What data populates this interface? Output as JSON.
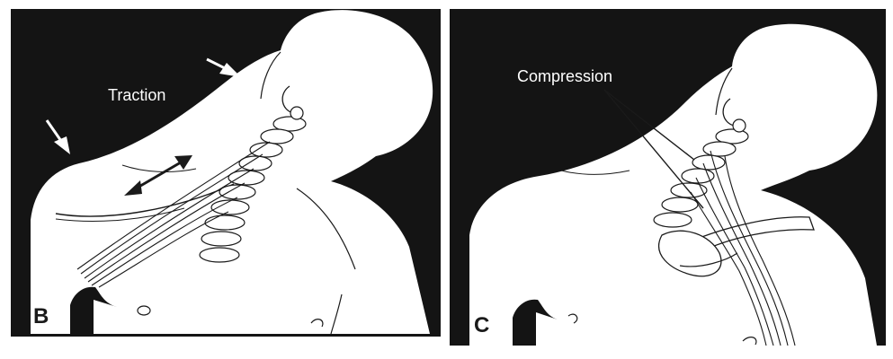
{
  "figure": {
    "panel_left": {
      "letter": "B",
      "label": "Traction"
    },
    "panel_right": {
      "letter": "C",
      "label": "Compression"
    }
  },
  "colors": {
    "background": "#141414",
    "figure": "#ffffff",
    "ink": "#1a1a1a"
  }
}
